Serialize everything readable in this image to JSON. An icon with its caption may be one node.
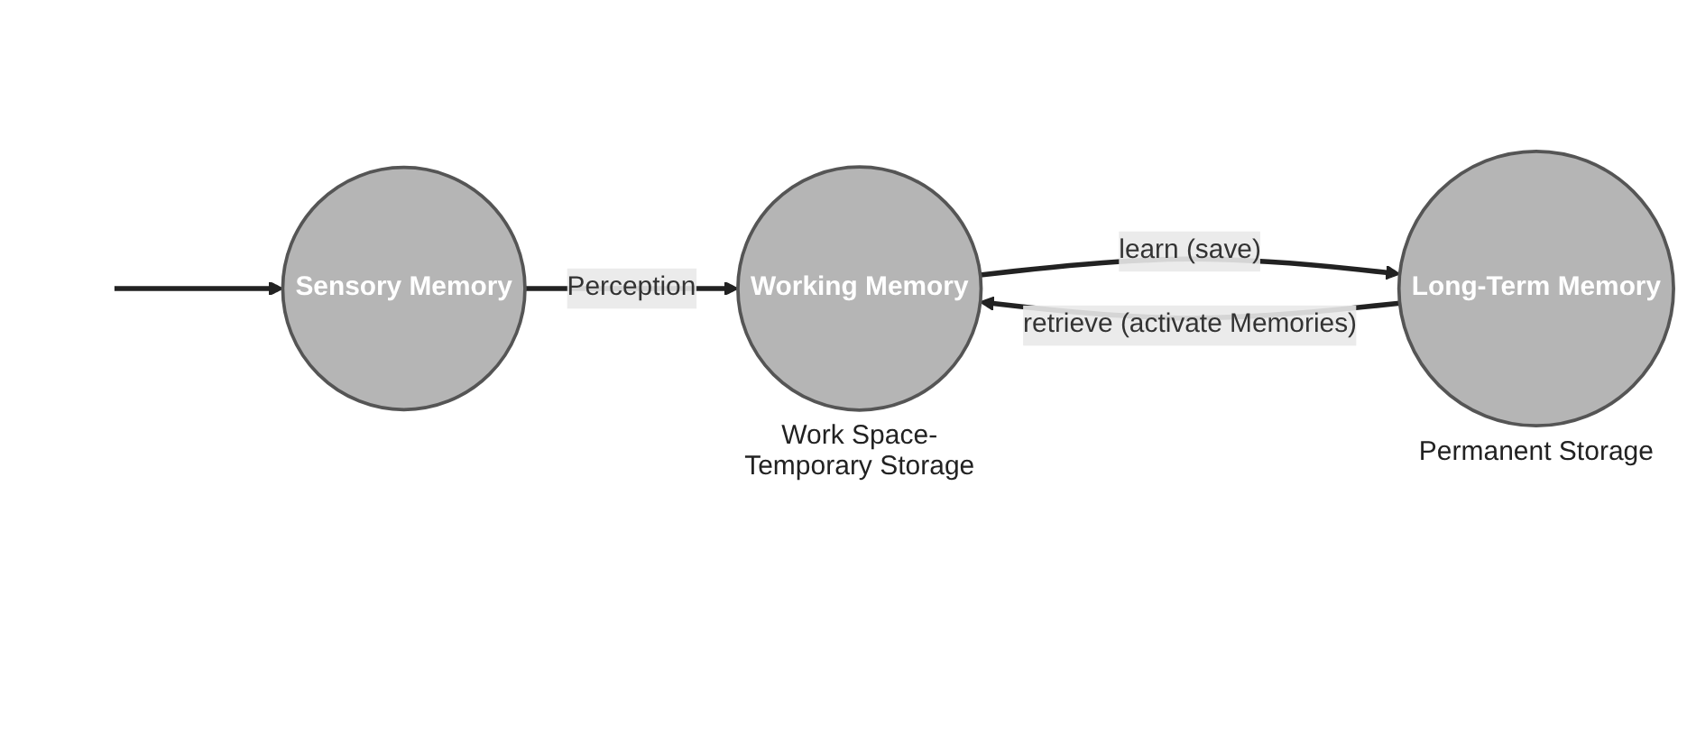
{
  "diagram": {
    "nodes": [
      {
        "text": [
          "Sensory Memory"
        ]
      },
      {
        "text": [
          "Working Memory"
        ],
        "beside": [
          "Work Space- Temporary Storage"
        ]
      },
      {
        "text": [
          "Long-Term Memory"
        ],
        "beside": [
          "Permanent Storage"
        ]
      }
    ],
    "edges": [
      {
        "from": null,
        "to": 0,
        "arrow": "to"
      },
      {
        "from": 0,
        "to": 1,
        "arrow": "to",
        "label": "Perception"
      },
      {
        "from": 1,
        "to": 2,
        "arrow": "to",
        "label": "learn (save)"
      },
      {
        "from": 2,
        "to": 1,
        "arrow": "to",
        "label": "retrieve (activate Memories)"
      }
    ]
  }
}
